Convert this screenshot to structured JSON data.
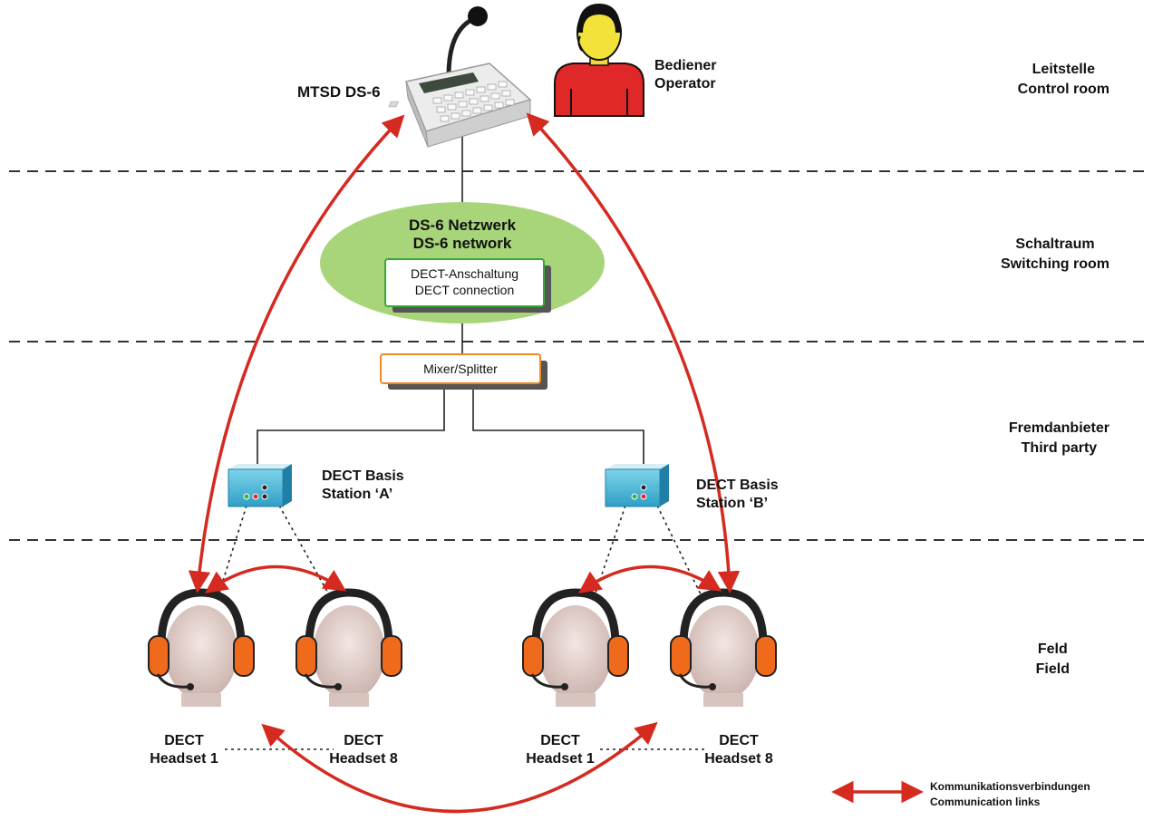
{
  "zones": [
    {
      "line1": "Leitstelle",
      "line2": "Control room"
    },
    {
      "line1": "Schaltraum",
      "line2": "Switching room"
    },
    {
      "line1": "Fremdanbieter",
      "line2": "Third party"
    },
    {
      "line1": "Feld",
      "line2": "Field"
    }
  ],
  "console": {
    "label": "MTSD DS-6"
  },
  "operator": {
    "line1": "Bediener",
    "line2": "Operator"
  },
  "network": {
    "line1": "DS-6 Netzwerk",
    "line2": "DS-6 network"
  },
  "dect_connection": {
    "line1": "DECT-Anschaltung",
    "line2": "DECT connection"
  },
  "mixer": {
    "label": "Mixer/Splitter"
  },
  "base_a": {
    "line1": "DECT Basis",
    "line2": "Station ‘A’"
  },
  "base_b": {
    "line1": "DECT Basis",
    "line2": "Station ‘B’"
  },
  "headsets": [
    {
      "line1": "DECT",
      "line2": "Headset 1"
    },
    {
      "line1": "DECT",
      "line2": "Headset 8"
    },
    {
      "line1": "DECT",
      "line2": "Headset 1"
    },
    {
      "line1": "DECT",
      "line2": "Headset 8"
    }
  ],
  "legend": {
    "line1": "Kommunikationsverbindungen",
    "line2": "Communication links"
  },
  "colors": {
    "link": "#d42a20",
    "network_fill": "#a9d57a",
    "dect_box_border": "#3aa63a",
    "mixer_border": "#f08a1e",
    "headset_cup": "#f06a1c"
  }
}
